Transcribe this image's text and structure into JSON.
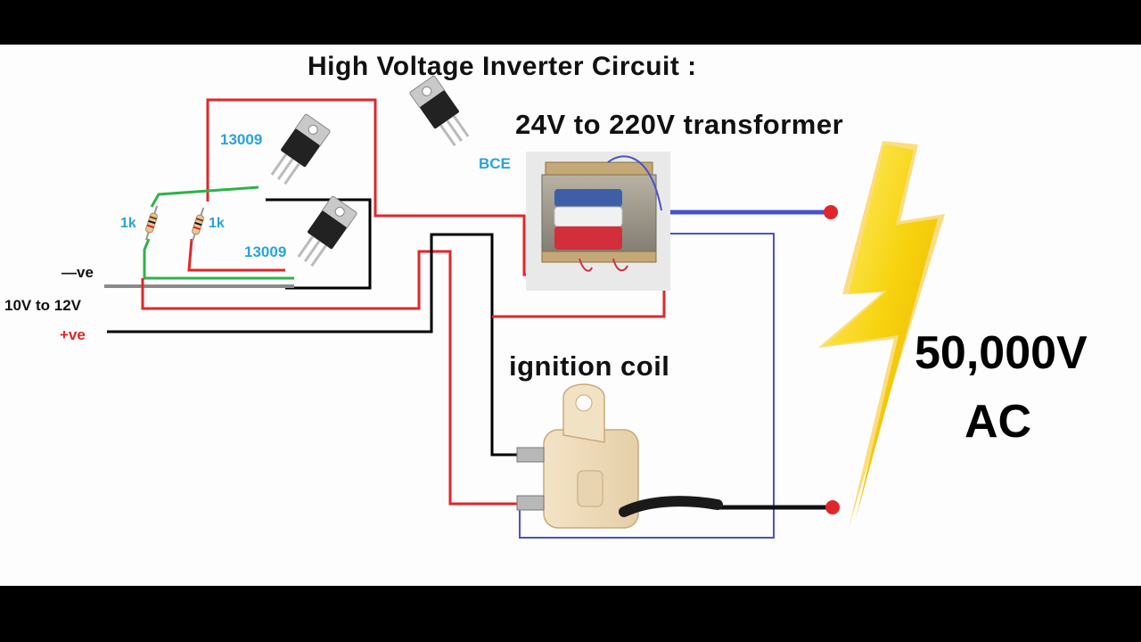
{
  "diagram": {
    "title": "High Voltage Inverter Circuit :",
    "transformer_label": "24V to 220V transformer",
    "ignition_coil_label": "ignition coil",
    "output_voltage": "50,000V",
    "output_type": "AC",
    "transistor_1_label": "13009",
    "transistor_2_label": "13009",
    "resistor_1_label": "1k",
    "resistor_2_label": "1k",
    "pinout_label": "BCE",
    "negative_terminal_label": "—ve",
    "supply_voltage_label": "10V to 12V",
    "positive_terminal_label": "+ve"
  },
  "colors": {
    "wire_red": "#e0262a",
    "wire_black": "#000000",
    "wire_green": "#2fb24a",
    "wire_blue": "#4a52c8",
    "wire_grey": "#8a8a8a",
    "terminal_dot": "#e0262a",
    "lightning": "#f5d60a",
    "label_blue": "#2aa3d8"
  }
}
